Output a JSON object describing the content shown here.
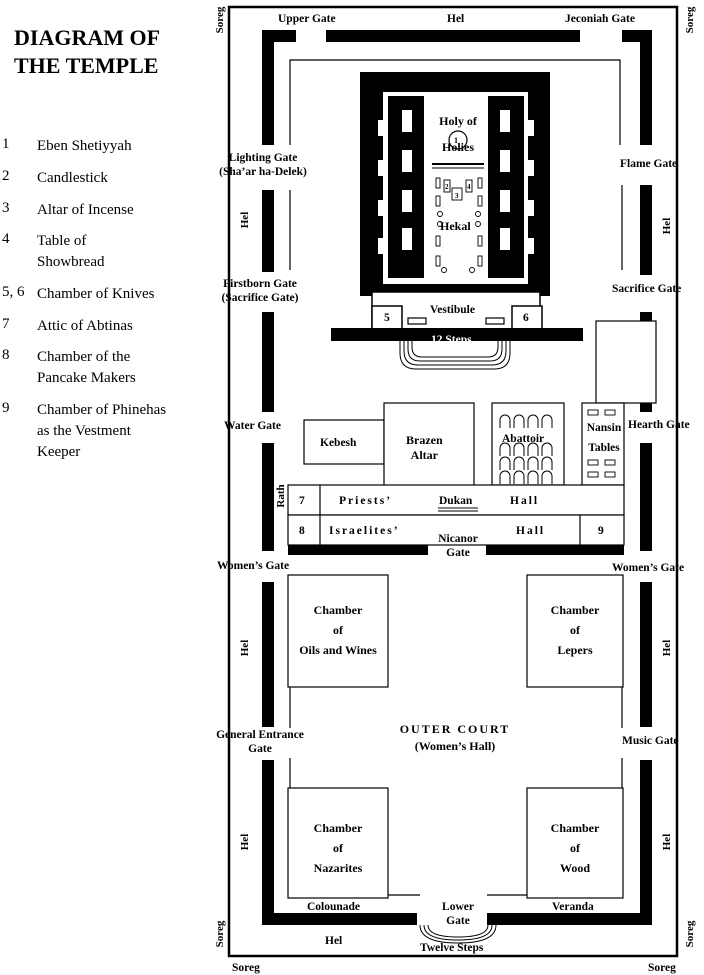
{
  "title_line1": "DIAGRAM OF",
  "title_line2": "THE TEMPLE",
  "legend": [
    {
      "num": "1",
      "text": "Eben Shetiyyah"
    },
    {
      "num": "2",
      "text": "Candlestick"
    },
    {
      "num": "3",
      "text": "Altar of Incense"
    },
    {
      "num": "4",
      "text": "Table of Showbread"
    },
    {
      "num": "5, 6",
      "text": "Chamber of Knives"
    },
    {
      "num": "7",
      "text": "Attic of Abtinas"
    },
    {
      "num": "8",
      "text": "Chamber of the Pancake Makers"
    },
    {
      "num": "9",
      "text": "Chamber of Phinehas as the Vestment Keeper"
    }
  ],
  "gates": {
    "upper": "Upper Gate",
    "jeconiah": "Jeconiah Gate",
    "lighting1": "Lighting Gate",
    "lighting2": "(Sha’ar ha-Delek)",
    "flame": "Flame Gate",
    "firstborn1": "Firstborn Gate",
    "firstborn2": "(Sacrifice Gate)",
    "sacrifice": "Sacrifice Gate",
    "water": "Water Gate",
    "hearth": "Hearth Gate",
    "women_left": "Women’s Gate",
    "women_right": "Women’s Gate",
    "general1": "General Entrance",
    "general2": "Gate",
    "music": "Music Gate",
    "lower1": "Lower",
    "lower2": "Gate",
    "nicanor1": "Nicanor",
    "nicanor2": "Gate"
  },
  "labels": {
    "soreg": "Soreg",
    "hel": "Hel",
    "holy1": "Holy of",
    "holy2": "Holies",
    "hekal": "Hekal",
    "vestibule": "Vestibule",
    "twelve_steps_top": "12 Steps",
    "kebesh": "Kebesh",
    "brazen1": "Brazen",
    "brazen2": "Altar",
    "abattoir": "Abattoir",
    "nansin1": "Nansin",
    "nansin2": "Tables",
    "rath": "Rath",
    "priests": "Priests’",
    "dukan": "Dukan",
    "hall": "Hall",
    "israelites": "Israelites’",
    "outer1": "OUTER COURT",
    "outer2": "(Women’s Hall)",
    "colounade": "Colounade",
    "veranda": "Veranda",
    "twelve_steps_bottom": "Twelve Steps"
  },
  "markers": {
    "n1": "1",
    "n2": "2",
    "n3": "3",
    "n4": "4",
    "n5": "5",
    "n6": "6",
    "n7": "7",
    "n8": "8",
    "n9": "9"
  },
  "chambers": {
    "oils": [
      "Chamber",
      "of",
      "Oils and Wines"
    ],
    "lepers": [
      "Chamber",
      "of",
      "Lepers"
    ],
    "nazarites": [
      "Chamber",
      "of",
      "Nazarites"
    ],
    "wood": [
      "Chamber",
      "of",
      "Wood"
    ]
  }
}
